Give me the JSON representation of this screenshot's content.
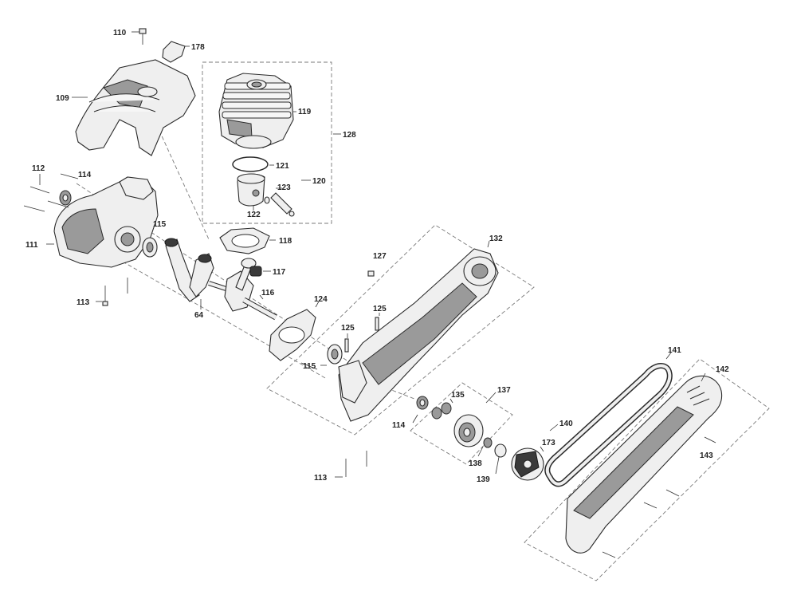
{
  "labels": {
    "p64": "64",
    "p109": "109",
    "p110": "110",
    "p111": "111",
    "p112": "112",
    "p113a": "113",
    "p113b": "113",
    "p114a": "114",
    "p114b": "114",
    "p115a": "115",
    "p115b": "115",
    "p116": "116",
    "p117": "117",
    "p118": "118",
    "p119": "119",
    "p120": "120",
    "p121": "121",
    "p122": "122",
    "p123": "123",
    "p124": "124",
    "p125a": "125",
    "p125b": "125",
    "p127": "127",
    "p128": "128",
    "p132": "132",
    "p135": "135",
    "p137": "137",
    "p138": "138",
    "p139": "139",
    "p140": "140",
    "p141": "141",
    "p142": "142",
    "p143": "143",
    "p173": "173",
    "p178": "178"
  }
}
